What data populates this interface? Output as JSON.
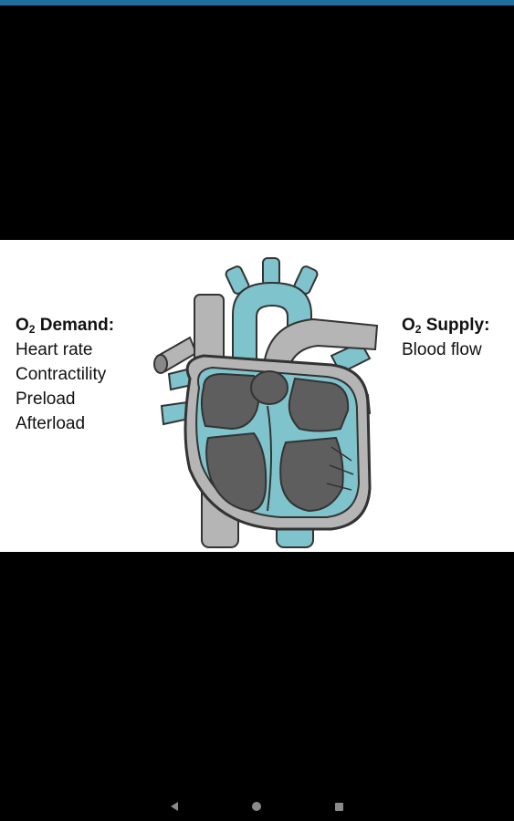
{
  "figure": {
    "demand": {
      "heading_main": "O",
      "heading_sub": "2",
      "heading_rest": " Demand:",
      "items": [
        "Heart rate",
        "Contractility",
        "Preload",
        "Afterload"
      ]
    },
    "supply": {
      "heading_main": "O",
      "heading_sub": "2",
      "heading_rest": " Supply:",
      "items": [
        "Blood flow"
      ]
    },
    "colors": {
      "teal": "#7fc4cc",
      "teal_dark": "#3a8f99",
      "gray": "#b9b9b9",
      "dark_chamber": "#5a5a5a"
    }
  },
  "navigation": {
    "back_icon": "back-triangle-icon",
    "home_icon": "home-circle-icon",
    "recents_icon": "recents-square-icon"
  }
}
